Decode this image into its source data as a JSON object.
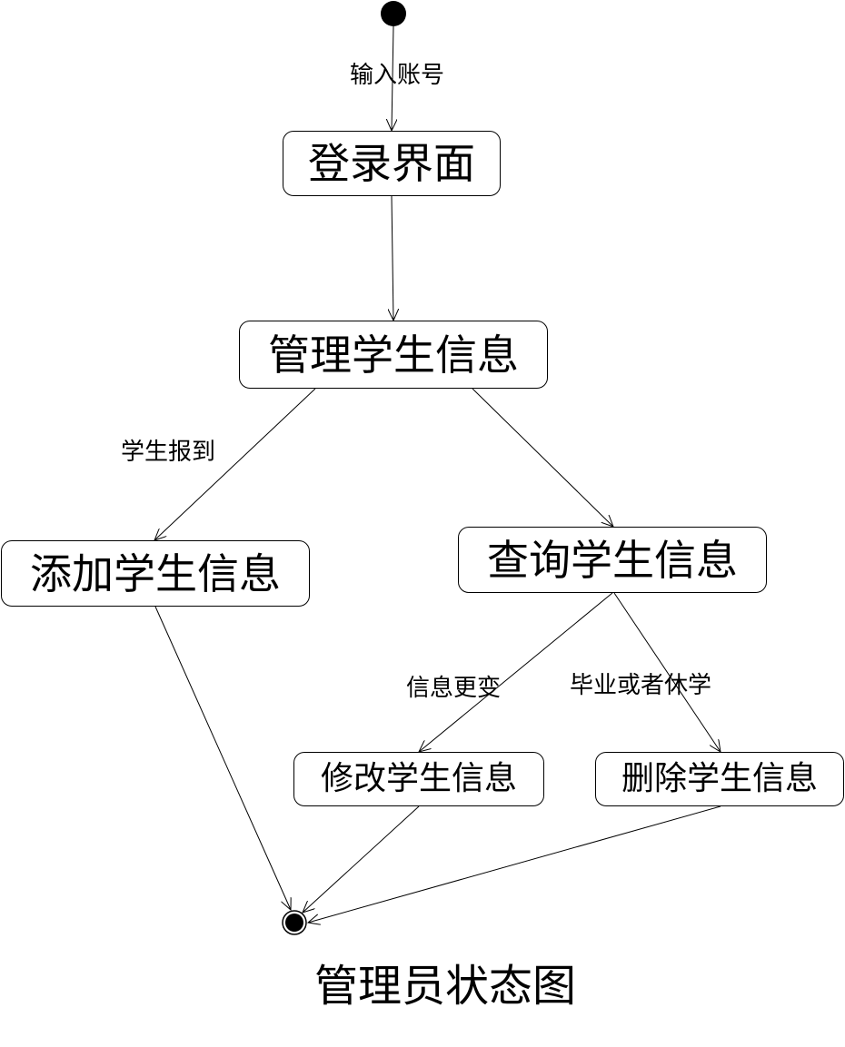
{
  "states": {
    "login": "登录界面",
    "manage": "管理学生信息",
    "add": "添加学生信息",
    "query": "查询学生信息",
    "modify": "修改学生信息",
    "delete": "删除学生信息"
  },
  "transitions": {
    "enter_account": "输入账号",
    "student_register": "学生报到",
    "info_change": "信息更变",
    "graduate_or_suspend": "毕业或者休学"
  },
  "title": "管理员状态图"
}
